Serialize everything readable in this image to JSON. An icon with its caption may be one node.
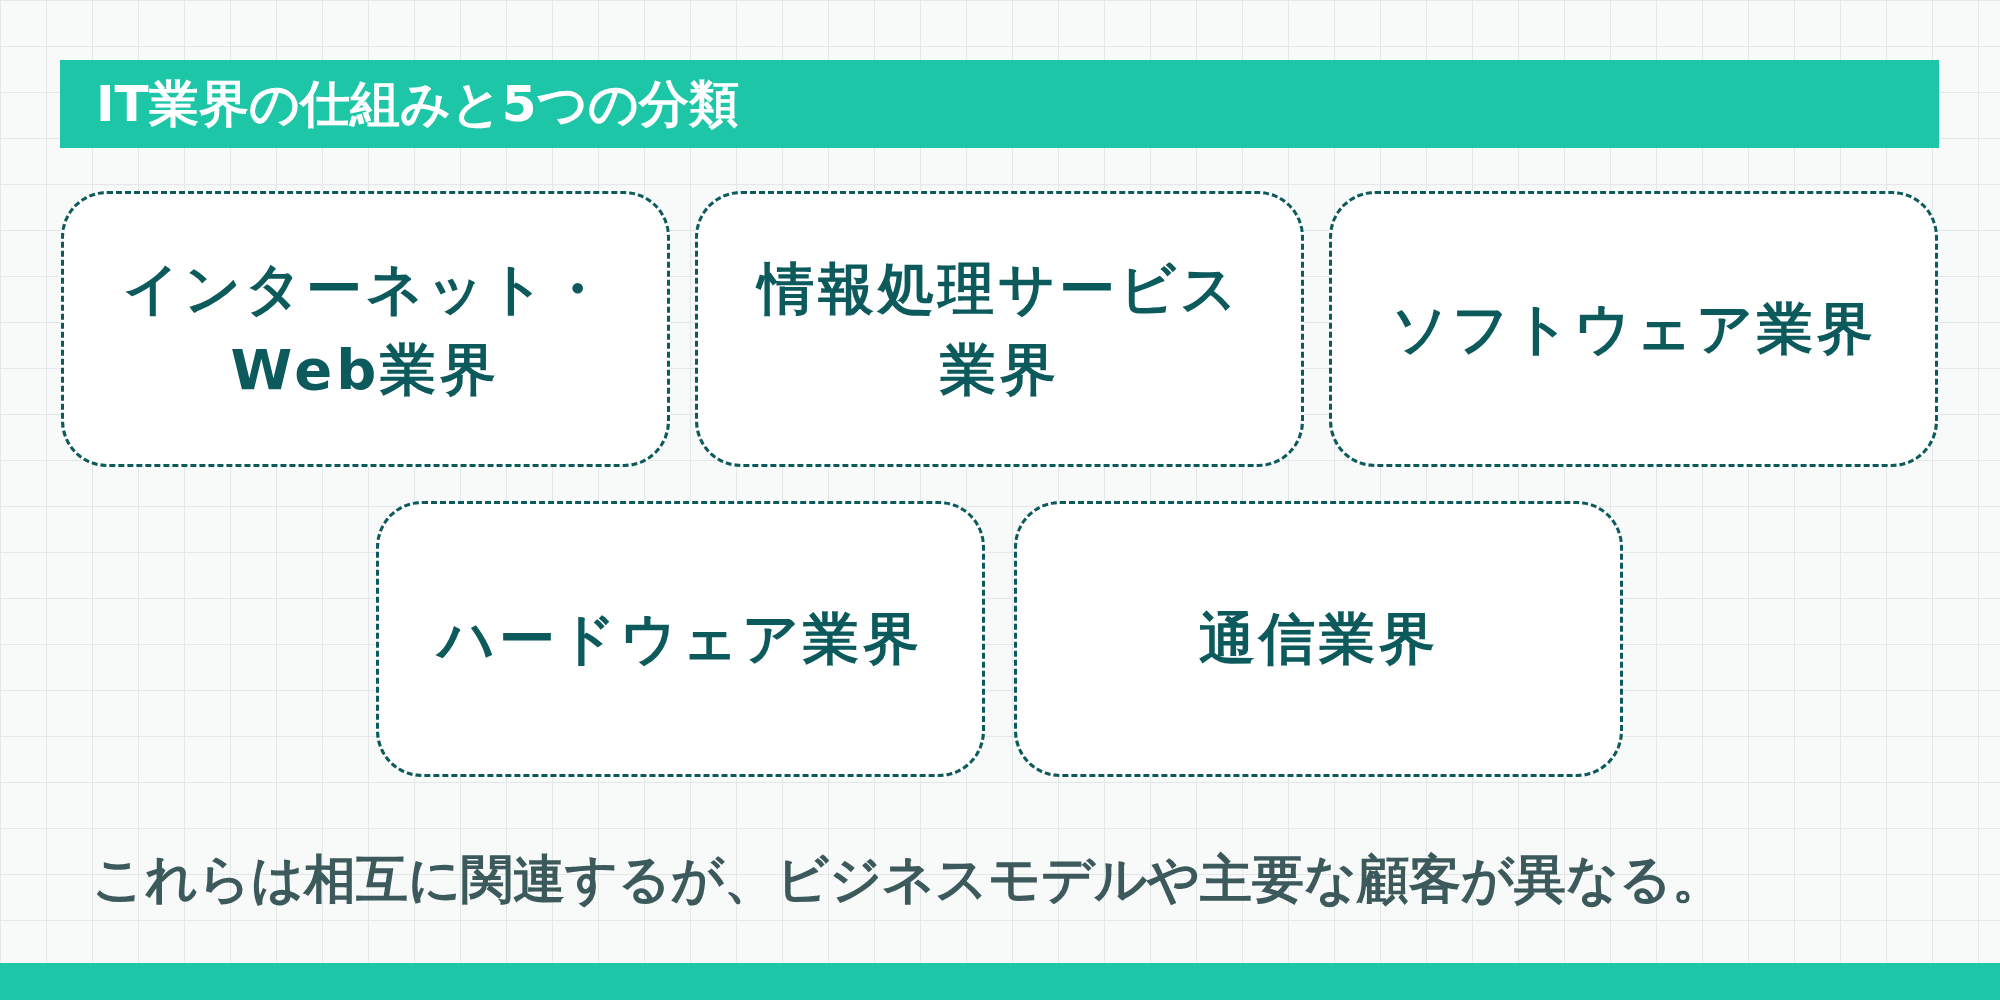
{
  "diagram": {
    "title": "IT業界の仕組みと5つの分類",
    "nodes": [
      {
        "text": [
          "インターネット・Web業界"
        ]
      },
      {
        "text": [
          "情報処理サービス業界"
        ]
      },
      {
        "text": [
          "ソフトウェア業界"
        ]
      },
      {
        "text": [
          "ハードウェア業界"
        ]
      },
      {
        "text": [
          "通信業界"
        ]
      }
    ],
    "caption": "これらは相互に関連するが、ビジネスモデルや主要な顧客が異なる。"
  }
}
